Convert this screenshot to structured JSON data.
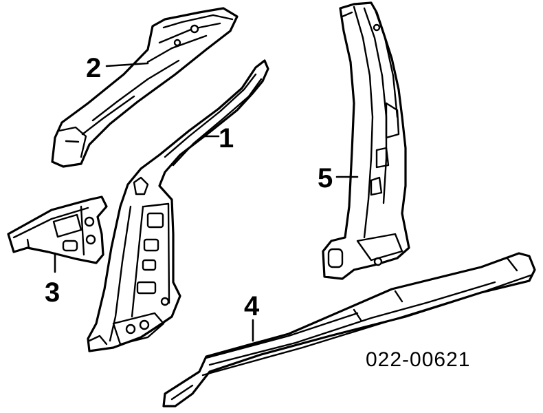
{
  "diagram": {
    "callouts": {
      "p1": "1",
      "p2": "2",
      "p3": "3",
      "p4": "4",
      "p5": "5"
    },
    "reference_code": "022-00621"
  }
}
